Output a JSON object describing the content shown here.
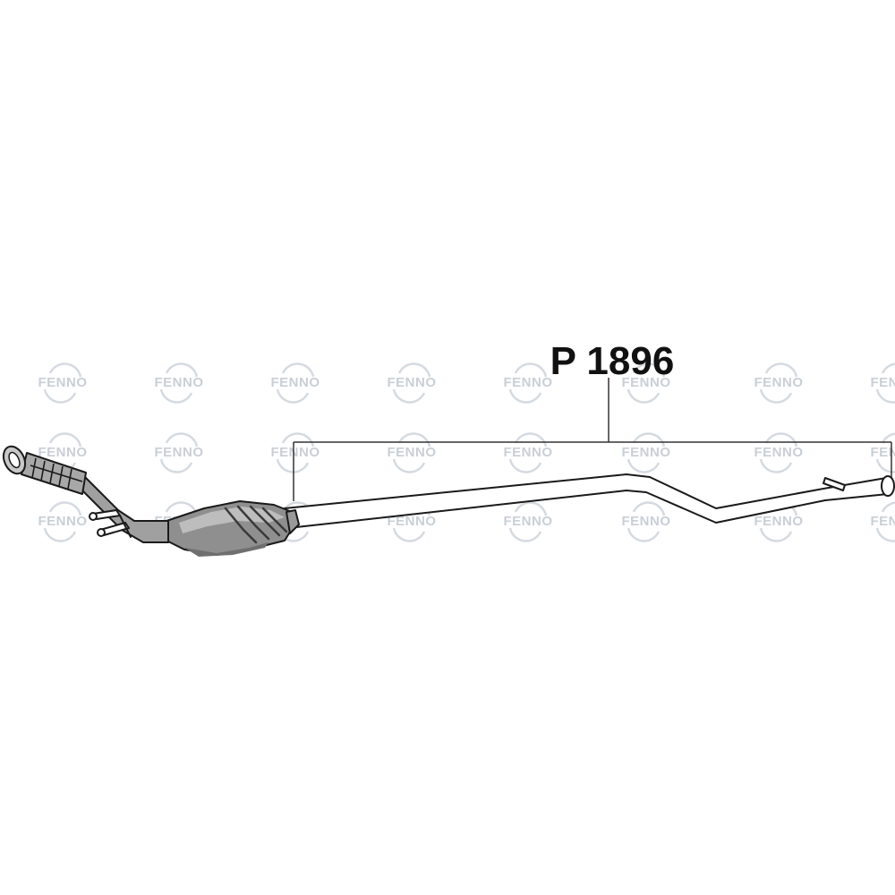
{
  "watermark": {
    "text": "FENNO"
  },
  "diagram": {
    "part_number": "P 1896",
    "part_name_icon": "catalytic-converter-with-exhaust-pipe",
    "colors": {
      "line": "#1a1a1a",
      "pipe_fill": "#ffffff",
      "converter_fill": "#8f8f8f",
      "flex_fill": "#a8a8a8",
      "watermark": "#c9cfd6"
    }
  }
}
